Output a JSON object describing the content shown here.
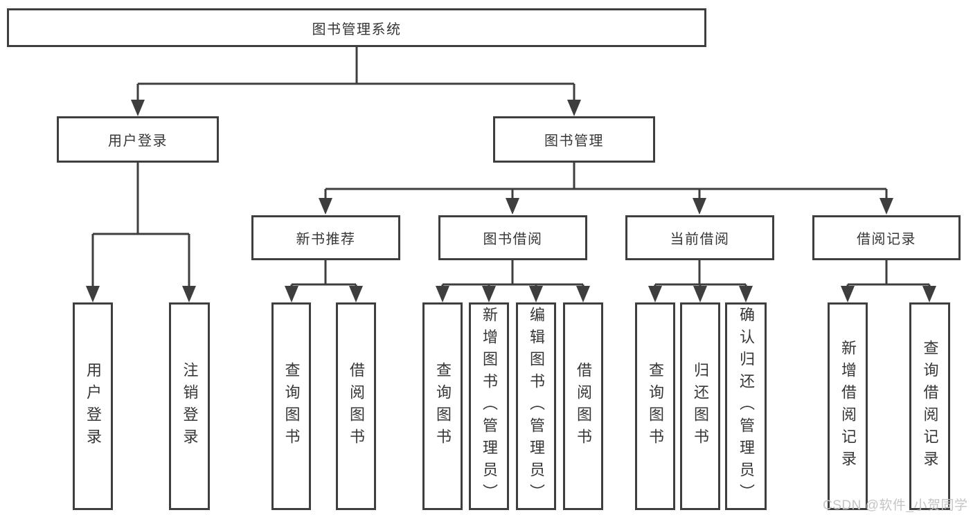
{
  "colors": {
    "line": "#3e3e3e",
    "border": "#3e3e3e",
    "text": "#363636",
    "background": "#ffffff",
    "watermark": "#c5c5c5"
  },
  "tree": {
    "root": "图书管理系统",
    "branches": [
      {
        "label": "用户登录",
        "children": [
          "用户登录",
          "注销登录"
        ]
      },
      {
        "label": "图书管理",
        "groups": [
          {
            "label": "新书推荐",
            "children": [
              "查询图书",
              "借阅图书"
            ]
          },
          {
            "label": "图书借阅",
            "children": [
              "查询图书",
              "新增图书（管理员）",
              "编辑图书（管理员）",
              "借阅图书"
            ]
          },
          {
            "label": "当前借阅",
            "children": [
              "查询图书",
              "归还图书",
              "确认归还（管理员）"
            ]
          },
          {
            "label": "借阅记录",
            "children": [
              "新增借阅记录",
              "查询借阅记录"
            ]
          }
        ]
      }
    ]
  },
  "watermark": {
    "text": "CSDN @软件_小贺同学"
  }
}
